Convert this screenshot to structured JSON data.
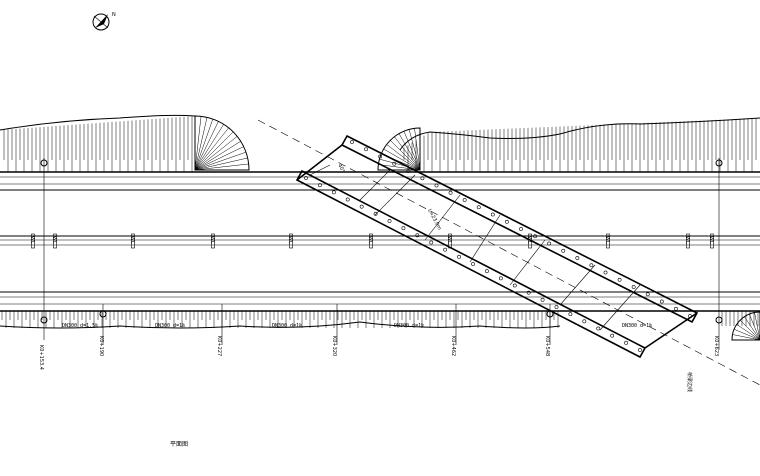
{
  "plan_title": "平面图",
  "north_arrow": {
    "icon": "north-arrow-icon",
    "letter": "N"
  },
  "stations_bottom": [
    "K0+153.4",
    "K0+190",
    "K0+227",
    "K0+320",
    "K0+462",
    "K0+548",
    "K0+623"
  ],
  "pipe_labels": [
    "DN300 d=1.5‰",
    "DN300 d=1‰",
    "DN300 d=1‰",
    "DN300 d=1‰",
    "DN300 d=1‰"
  ],
  "centerline_marks": [
    "WL",
    "WL",
    "WL",
    "WL",
    "WL",
    "WL",
    "WL",
    "WL",
    "WL"
  ],
  "bridge_labels": {
    "span": "L=23.0m",
    "skew": "40°",
    "edge_note": "桥梁边线"
  },
  "colors": {
    "line": "#000000",
    "background": "#ffffff"
  }
}
